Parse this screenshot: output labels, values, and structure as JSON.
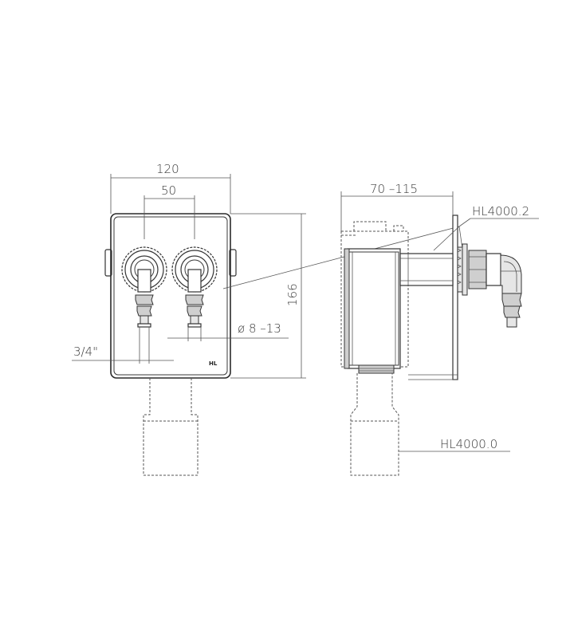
{
  "front_view": {
    "dim_width": "120",
    "dim_spacing": "50",
    "dim_height": "166",
    "dim_hose": "ø 8 –13",
    "dim_thread": "3/4\"",
    "logo": "HL"
  },
  "side_view": {
    "dim_depth": "70 –115",
    "label_product": "HL4000.2",
    "label_drain": "HL4000.0"
  }
}
